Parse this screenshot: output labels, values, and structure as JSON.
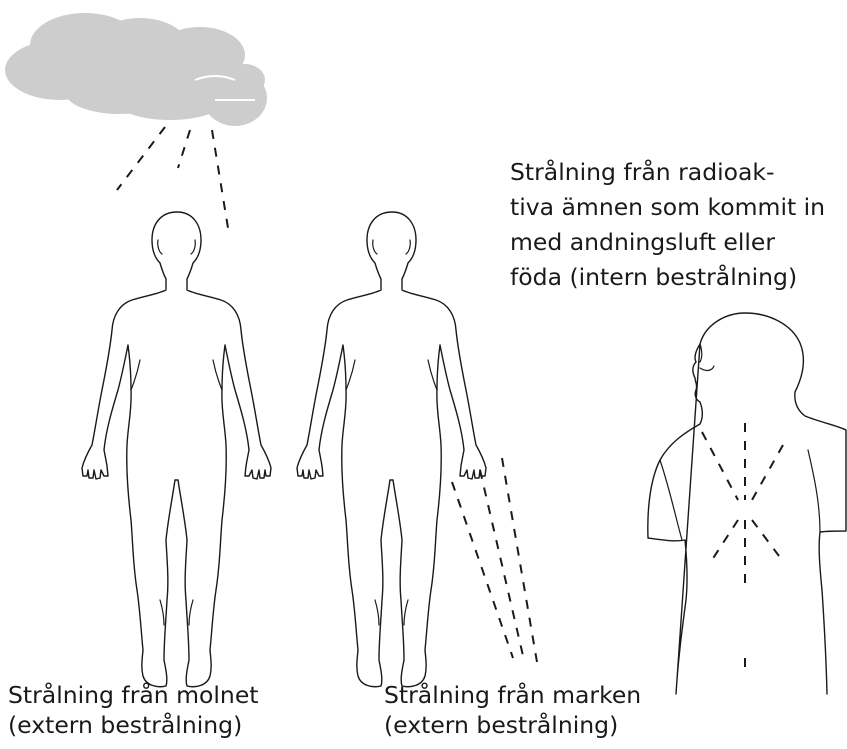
{
  "captions": {
    "cloud": [
      "Strålning från molnet",
      "(extern bestrålning)"
    ],
    "ground": [
      "Strålning från marken",
      "(extern bestrålning)"
    ],
    "internal": [
      "Strålning från radioak-",
      "tiva ämnen som kommit in",
      "med andningsluft eller",
      "föda (intern bestrålning)"
    ]
  },
  "colors": {
    "cloud": "#cdcdcd",
    "outline": "#1a1a1a",
    "background": "#ffffff"
  }
}
